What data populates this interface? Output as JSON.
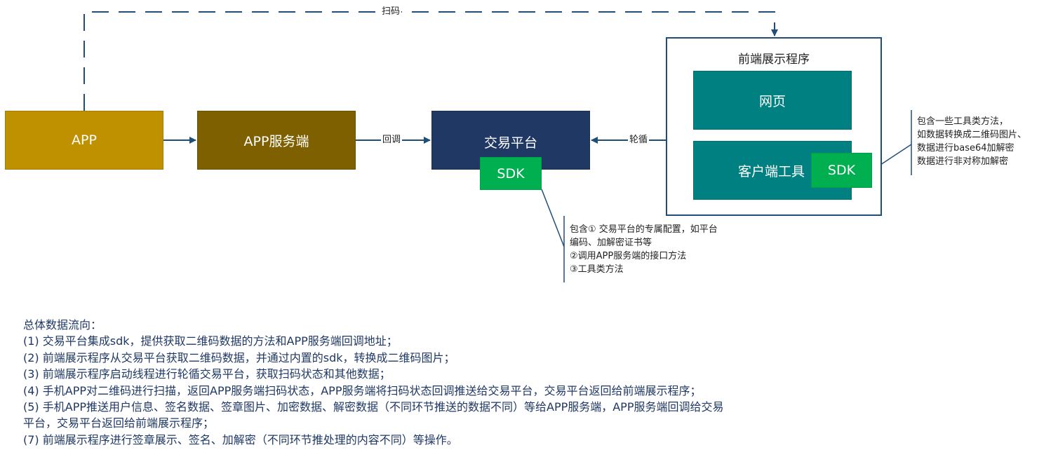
{
  "nodes": {
    "app": "APP",
    "app_server": "APP服务端",
    "trade_platform": "交易平台",
    "trade_sdk": "SDK",
    "frontend_title": "前端展示程序",
    "web": "网页",
    "client_tool": "客户端工具",
    "client_sdk": "SDK"
  },
  "edges": {
    "scan": "扫码",
    "callback": "回调",
    "poll": "轮循"
  },
  "notes": {
    "trade_sdk": [
      "包含① 交易平台的专属配置，如平台",
      "编码、加解密证书等",
      "②调用APP服务端的接口方法",
      "③工具类方法"
    ],
    "client_sdk": [
      "包含一些工具类方法，",
      "如数据转换成二维码图片、",
      "数据进行base64加解密",
      "数据进行非对称加解密"
    ]
  },
  "summary": {
    "title": "总体数据流向：",
    "lines": [
      "(1) 交易平台集成sdk，提供获取二维码数据的方法和APP服务端回调地址；",
      "(2) 前端展示程序从交易平台获取二维码数据，并通过内置的sdk，转换成二维码图片；",
      "(3) 前端展示程序启动线程进行轮循交易平台，获取扫码状态和其他数据；",
      "(4) 手机APP对二维码进行扫描，返回APP服务端扫码状态，APP服务端将扫码状态回调推送给交易平台，交易平台返回给前端展示程序；",
      "(5) 手机APP推送用户信息、签名数据、签章图片、加密数据、解密数据（不同环节推送的数据不同）等给APP服务端，APP服务端回调给交易",
      "平台，交易平台返回给前端展示程序；",
      "(7) 前端展示程序进行签章展示、签名、加解密（不同环节推处理的内容不同）等操作。"
    ]
  },
  "colors": {
    "app": "#bf9000",
    "app_server": "#7f6000",
    "trade_platform": "#203864",
    "sdk": "#00b050",
    "frontend_box": "#008080",
    "frame": "#1f4e79",
    "connector": "#1f4e79"
  }
}
